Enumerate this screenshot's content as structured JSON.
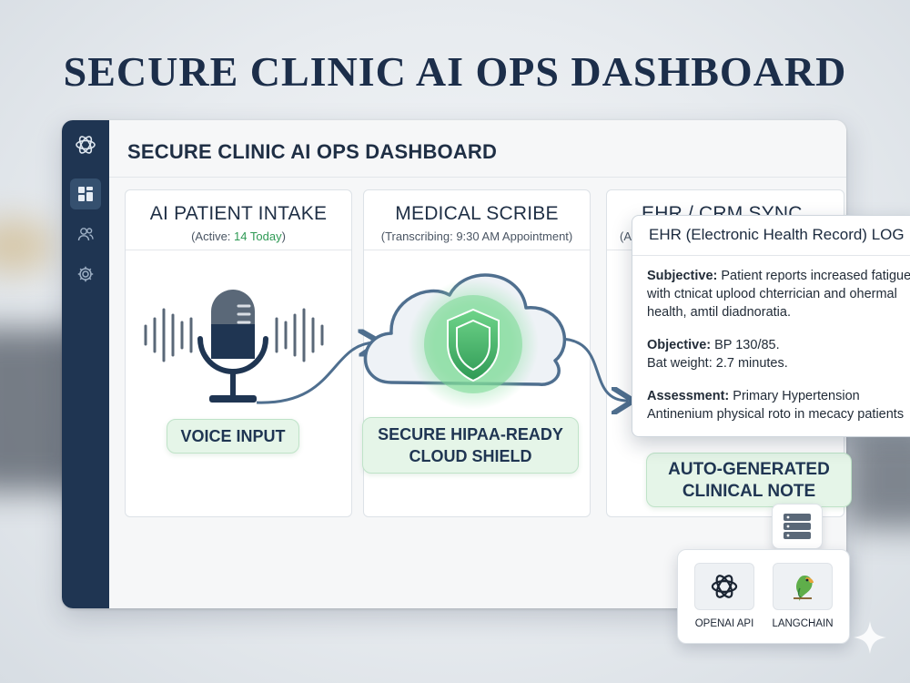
{
  "hero_title": "SECURE CLINIC AI OPS DASHBOARD",
  "window": {
    "title": "SECURE CLINIC AI OPS DASHBOARD",
    "sidebar_icons": [
      "openai-logo-icon",
      "dashboard-grid-icon",
      "users-icon",
      "gear-icon"
    ]
  },
  "cards": {
    "intake": {
      "title": "AI PATIENT INTAKE",
      "sub_prefix": "(Active: ",
      "sub_value": "14 Today",
      "sub_suffix": ")",
      "pill": "VOICE INPUT"
    },
    "scribe": {
      "title": "MEDICAL SCRIBE",
      "sub": "(Transcribing: 9:30 AM Appointment)",
      "pill_line1": "SECURE HIPAA-READY",
      "pill_line2": "CLOUD SHIELD"
    },
    "ehr": {
      "title": "EHR / CRM SYNC",
      "sub": "(A",
      "pill_line1": "AUTO-GENERATED",
      "pill_line2": "CLINICAL NOTE"
    }
  },
  "ehr_popup": {
    "title": "EHR (Electronic Health Record) LOG",
    "subjective_label": "Subjective:",
    "subjective_line1": " Patient reports increased fatigue",
    "subjective_line2": "with ctnicat uplood chterrician and ohermal",
    "subjective_line3": "health, amtil diadnoratia.",
    "objective_label": "Objective:",
    "objective_line1": " BP 130/85.",
    "objective_line2": "Bat weight: 2.7 minutes.",
    "assessment_label": "Assessment:",
    "assessment_line1": " Primary Hypertension",
    "assessment_line2": "Antinenium physical roto in mecacy patients"
  },
  "integrations": {
    "openai_label": "OPENAI API",
    "langchain_label": "LANGCHAIN"
  },
  "colors": {
    "sidebar": "#1f3552",
    "title_navy": "#1c2e4a",
    "accent_green": "#2f9a55",
    "pill_green_bg": "#e5f5e8",
    "flow_line": "#4f6f8f"
  }
}
